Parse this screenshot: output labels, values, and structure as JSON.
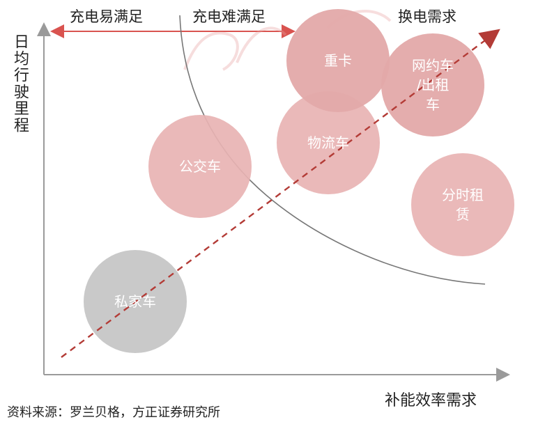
{
  "top_labels": {
    "easy": "充电易满足",
    "hard": "充电难满足",
    "swap": "换电需求"
  },
  "y_axis_label": "日均行驶里程",
  "x_axis_label": "补能效率需求",
  "source": "资料来源：罗兰贝格，方正证券研究所",
  "bubbles": [
    {
      "key": "private_car",
      "label": "私家车"
    },
    {
      "key": "bus",
      "label": "公交车"
    },
    {
      "key": "logistics",
      "label": "物流车"
    },
    {
      "key": "heavy_truck",
      "label": "重卡"
    },
    {
      "key": "ride_hailing",
      "label": "网约车\n/出租\n车"
    },
    {
      "key": "rental",
      "label": "分时租\n赁"
    }
  ],
  "colors": {
    "axis": "#9a9a9a",
    "arrow_red": "#d9534f",
    "trend": "#b33b36",
    "curve": "#777777",
    "bubble_pink": "#e8b3b3",
    "bubble_pink_dark": "#e3a9a9",
    "bubble_gray": "#c9c9c9"
  }
}
